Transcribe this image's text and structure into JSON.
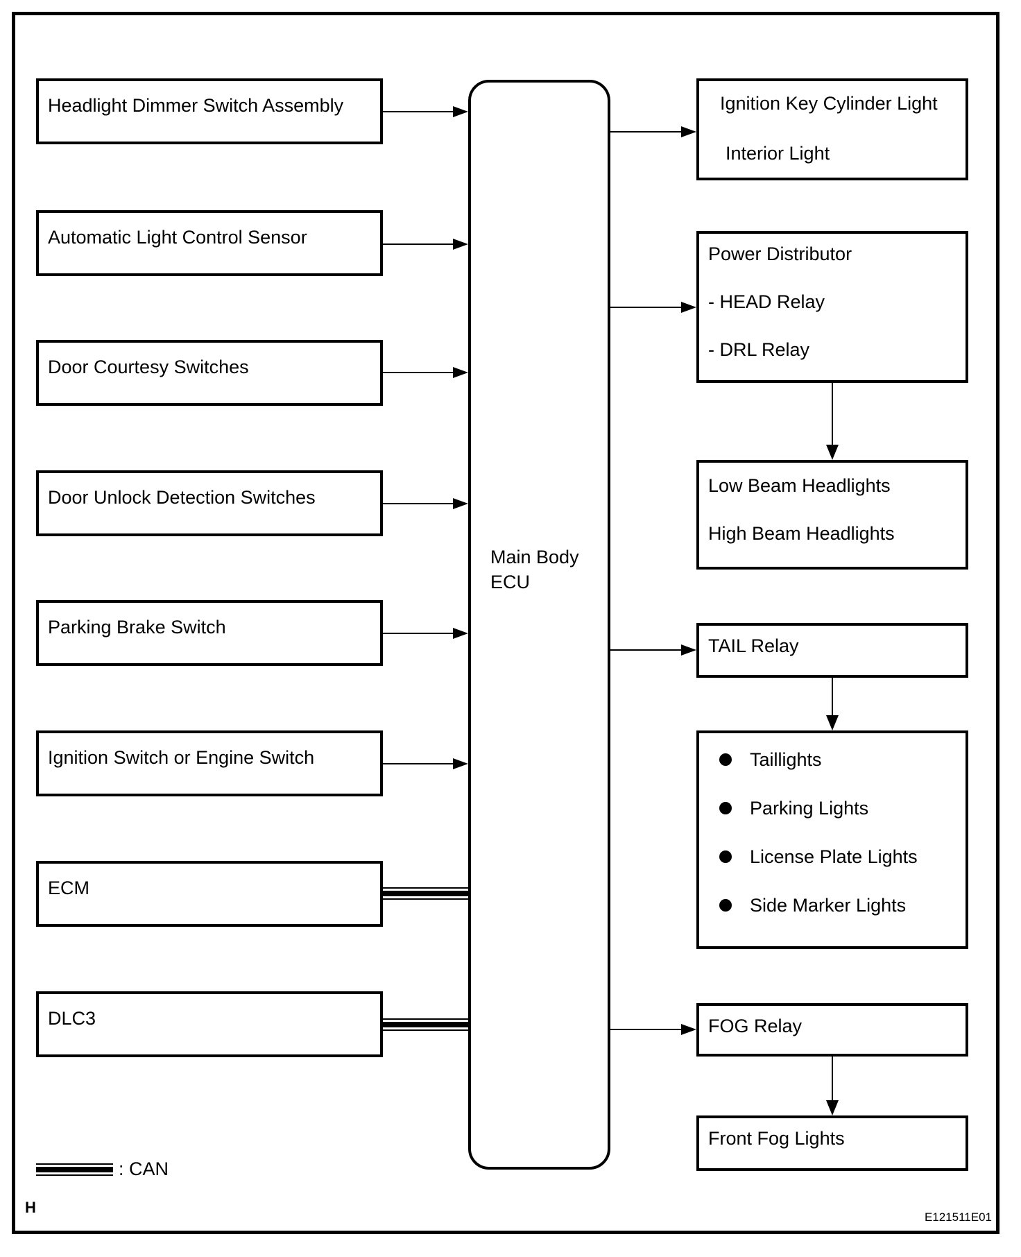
{
  "diagram": {
    "center_label": "Main Body ECU",
    "legend_label": ": CAN",
    "footer_left": "H",
    "footer_right": "E121511E01",
    "colors": {
      "line": "#000000",
      "background": "#ffffff"
    }
  },
  "left_boxes": [
    {
      "label": "Headlight Dimmer Switch Assembly",
      "connection": "arrow"
    },
    {
      "label": "Automatic Light Control Sensor",
      "connection": "arrow"
    },
    {
      "label": "Door Courtesy Switches",
      "connection": "arrow"
    },
    {
      "label": "Door Unlock Detection Switches",
      "connection": "arrow"
    },
    {
      "label": "Parking Brake Switch",
      "connection": "arrow"
    },
    {
      "label": "Ignition Switch or Engine Switch",
      "connection": "arrow"
    },
    {
      "label": "ECM",
      "connection": "can"
    },
    {
      "label": "DLC3",
      "connection": "can"
    }
  ],
  "right_boxes": [
    {
      "lines": [
        "Ignition Key Cylinder Light",
        "Interior Light"
      ]
    },
    {
      "lines": [
        "Power Distributor",
        "- HEAD Relay",
        "- DRL Relay"
      ]
    },
    {
      "lines": [
        "Low Beam Headlights",
        "High Beam Headlights"
      ]
    },
    {
      "lines": [
        "TAIL Relay"
      ]
    },
    {
      "bullets": [
        "Taillights",
        "Parking Lights",
        "License Plate Lights",
        "Side Marker Lights"
      ]
    },
    {
      "lines": [
        "FOG Relay"
      ]
    },
    {
      "lines": [
        "Front Fog Lights"
      ]
    }
  ]
}
